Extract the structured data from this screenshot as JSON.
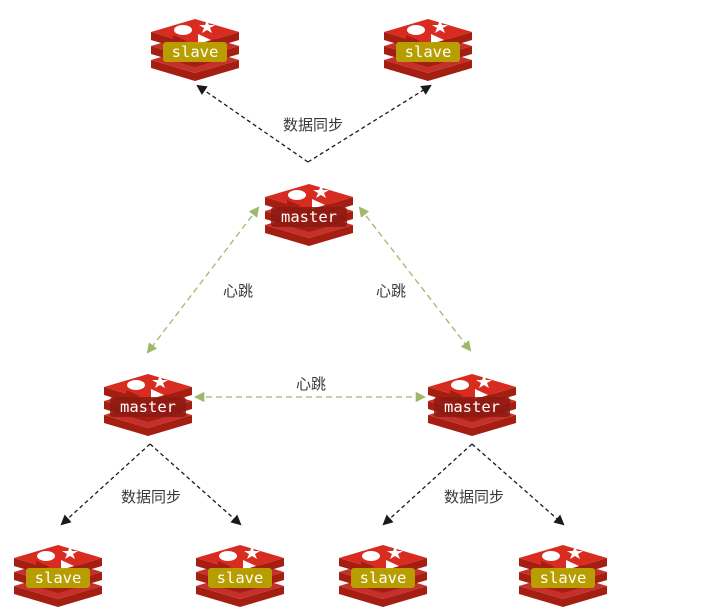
{
  "diagram": {
    "sync_label": "数据同步",
    "heartbeat_label": "心跳",
    "nodes": [
      {
        "id": "top-slave-left",
        "role": "slave",
        "label": "slave"
      },
      {
        "id": "top-slave-right",
        "role": "slave",
        "label": "slave"
      },
      {
        "id": "master-top",
        "role": "master",
        "label": "master"
      },
      {
        "id": "master-left",
        "role": "master",
        "label": "master"
      },
      {
        "id": "master-right",
        "role": "master",
        "label": "master"
      },
      {
        "id": "bottom-slave-1",
        "role": "slave",
        "label": "slave"
      },
      {
        "id": "bottom-slave-2",
        "role": "slave",
        "label": "slave"
      },
      {
        "id": "bottom-slave-3",
        "role": "slave",
        "label": "slave"
      },
      {
        "id": "bottom-slave-4",
        "role": "slave",
        "label": "slave"
      }
    ],
    "edges": [
      {
        "from": "master-top",
        "to": "top-slave-left",
        "type": "sync"
      },
      {
        "from": "master-top",
        "to": "top-slave-right",
        "type": "sync"
      },
      {
        "from": "master-top",
        "to": "master-left",
        "type": "heartbeat"
      },
      {
        "from": "master-top",
        "to": "master-right",
        "type": "heartbeat"
      },
      {
        "from": "master-left",
        "to": "master-right",
        "type": "heartbeat"
      },
      {
        "from": "master-left",
        "to": "bottom-slave-1",
        "type": "sync"
      },
      {
        "from": "master-left",
        "to": "bottom-slave-2",
        "type": "sync"
      },
      {
        "from": "master-right",
        "to": "bottom-slave-3",
        "type": "sync"
      },
      {
        "from": "master-right",
        "to": "bottom-slave-4",
        "type": "sync"
      }
    ],
    "colors": {
      "redis_red": "#d82c20",
      "redis_dark": "#a41e11",
      "redis_mid": "#c6302b",
      "slave_label_bg": "#b8a400",
      "master_label_bg": "#8c1a12",
      "sync_arrow": "#1a1a1a",
      "heartbeat_arrow": "#9fb86a"
    }
  }
}
